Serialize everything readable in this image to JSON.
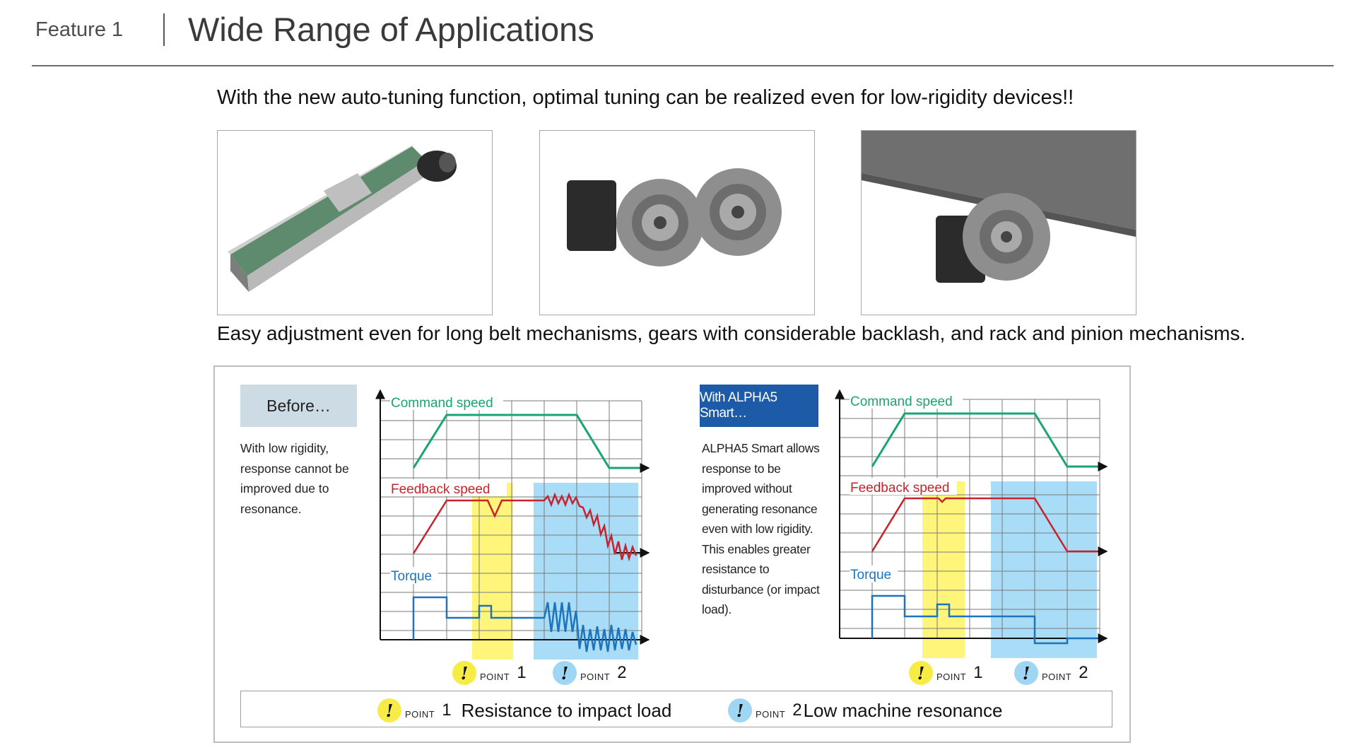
{
  "header": {
    "feature": "Feature 1",
    "title": "Wide Range of Applications"
  },
  "headline": "With the new auto-tuning function, optimal tuning can be realized even for low-rigidity devices!!",
  "caption": "Easy adjustment even for long belt mechanisms, gears with considerable backlash, and rack and pinion mechanisms.",
  "panels": {
    "before": {
      "label": "Before…",
      "description": [
        "With low rigidity,",
        "response cannot be",
        "improved due to",
        "resonance."
      ]
    },
    "after": {
      "label": "With ALPHA5 Smart…",
      "description": [
        "ALPHA5 Smart allows",
        "response to be",
        "improved without",
        "generating resonance",
        "even with low rigidity.",
        "This enables greater",
        "resistance to",
        "disturbance (or impact",
        "load)."
      ]
    }
  },
  "signals": {
    "command": "Command speed",
    "feedback": "Feedback speed",
    "torque": "Torque"
  },
  "points": {
    "word": "POINT",
    "p1": {
      "num": "1",
      "text": "Resistance to impact load",
      "color": "#f6ec45"
    },
    "p2": {
      "num": "2",
      "text": "Low machine resonance",
      "color": "#9fd6f4"
    }
  },
  "colors": {
    "command": "#17a673",
    "feedback": "#c8232c",
    "torque": "#1c75bc",
    "highlight_yellow": "#fff57a",
    "highlight_blue": "#a8dcf7",
    "brand_blue": "#1d5aa7"
  }
}
